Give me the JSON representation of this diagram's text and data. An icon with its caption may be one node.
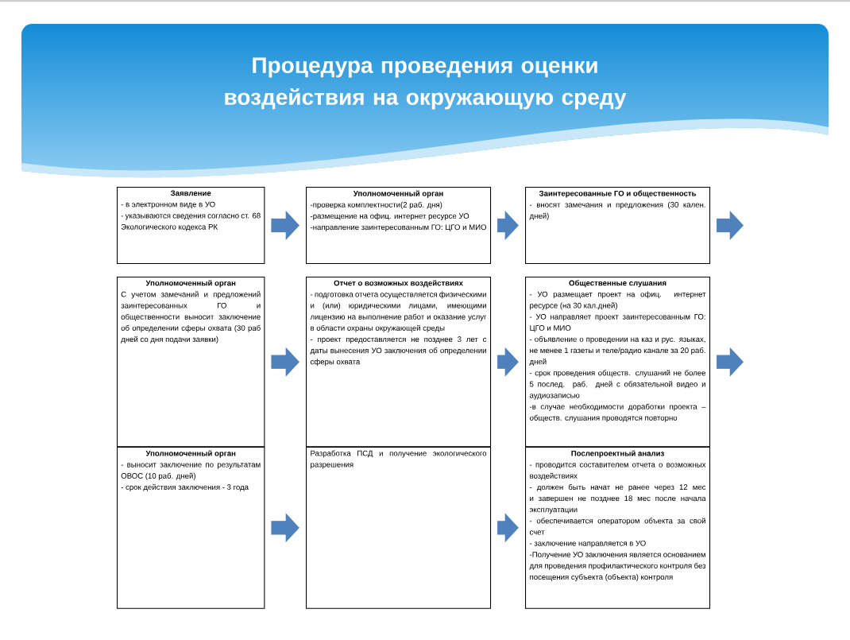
{
  "diagram": {
    "title": "Процедура проведения оценки воздействия на окружающую среду",
    "nodes": [
      {
        "text": [
          "Заявление",
          "- в электронном виде в УО",
          "- указываются сведения согласно ст. 68 Экологического кодекса РК"
        ]
      },
      {
        "text": [
          "Уполномоченный орган",
          "-проверка комплектности(2 раб. дня)",
          "-размещение на офиц. интернет ресурсе УО",
          "-направление заинтересованным ГО: ЦГО и МИО"
        ]
      },
      {
        "text": [
          "Заинтересованные ГО и общественность",
          "- вносят замечания и предложения (30 кален. дней)"
        ]
      },
      {
        "text": [
          "Уполномоченный орган",
          "С учетом замечаний и предложений заинтересованных ГО и общественности выносит заключение об определении сферы охвата (30 раб дней со дня подачи заявки)"
        ]
      },
      {
        "text": [
          "Отчет о возможных воздействиях",
          "- подготовка отчета осуществляется физическими и (или) юридическими лицами, имеющими лицензию на выполнение работ и оказание услуг в области охраны окружающей среды",
          "- проект предоставляется не позднее 3 лет с даты вынесения УО заключения об определении сферы охвата"
        ]
      },
      {
        "text": [
          "Общественные слушания",
          "- УО размещает проект на офиц. интернет ресурсе (на 30 кал.дней)",
          "- УО направляет проект заинтересованным ГО: ЦГО и МИО",
          "- объявление о проведении на каз и рус. языках, не менее 1 газеты и теле/радио канале за 20 раб. дней",
          "- срок проведения обществ. слушаний не более 5 послед. раб. дней с обязательной видео и аудиозаписью",
          "-в случае необходимости доработки проекта – обществ. слушания проводятся повторно"
        ]
      },
      {
        "text": [
          "Уполномоченный орган",
          "- выносит заключение по результатам ОВОС (10 раб. дней)",
          "- срок действия заключения - 3 года"
        ]
      },
      {
        "text": [
          "Разработка ПСД и получение экологического разрешения"
        ]
      },
      {
        "text": [
          "Послепроектный анализ",
          "- проводится составителем отчета о возможных воздействиях",
          "- должен быть начат не ранее через 12 мес и завершен не позднее 18 мес после начала эксплуатации",
          "- обеспечивается оператором объекта за свой счет",
          "- заключение направляется в УО",
          "-Получение УО заключения является основанием для проведения профилактического контроля без посещения субъекта (объекта) контроля"
        ]
      }
    ],
    "edges": [
      {
        "from": 0,
        "to": 1,
        "arrow": "to"
      },
      {
        "from": 1,
        "to": 2,
        "arrow": "to"
      },
      {
        "from": 2,
        "to": null,
        "arrow": "to"
      },
      {
        "from": 3,
        "to": 4,
        "arrow": "to"
      },
      {
        "from": 4,
        "to": 5,
        "arrow": "to"
      },
      {
        "from": 5,
        "to": null,
        "arrow": "to"
      },
      {
        "from": 6,
        "to": 7,
        "arrow": "to"
      },
      {
        "from": 7,
        "to": 8,
        "arrow": "to"
      }
    ]
  }
}
